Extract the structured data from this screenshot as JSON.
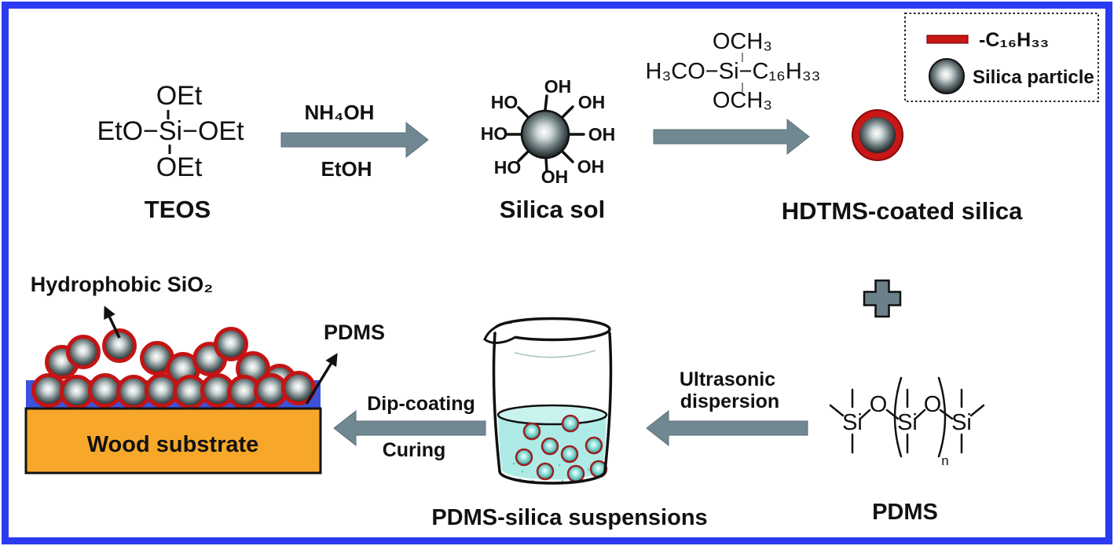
{
  "colors": {
    "border": "#2b3bf2",
    "arrow": "#708891",
    "plus": "#6b8089",
    "red": "#c91616",
    "wood": "#f7a82a",
    "pdms_layer": "#3d52dd",
    "liquid": "#aeebe7"
  },
  "legend": {
    "line_label": "-C₁₆H₃₃",
    "particle_label": "Silica particle"
  },
  "teos": {
    "top": "OEt",
    "middle": "EtO−Si−OEt",
    "bottom": "OEt",
    "caption": "TEOS"
  },
  "step1": {
    "above": "NH₄OH",
    "below": "EtOH"
  },
  "silica_sol": {
    "caption": "Silica sol",
    "oh": {
      "top": "OH",
      "top_right": "OH",
      "right": "OH",
      "bottom_right": "OH",
      "bottom": "OH",
      "bottom_left": "HO",
      "left": "HO",
      "top_left": "HO"
    }
  },
  "hdtms": {
    "top": "OCH₃",
    "middle": "H₃CO−Si−C₁₆H₃₃",
    "bottom": "OCH₃"
  },
  "coated_silica": {
    "caption": "HDTMS-coated silica"
  },
  "pdms_molecule": {
    "si1": "Si",
    "o1": "O",
    "si2": "Si",
    "o2": "O",
    "si3": "Si",
    "repeat_sub": "n",
    "caption": "PDMS"
  },
  "ultrasonic": {
    "line1": "Ultrasonic",
    "line2": "dispersion"
  },
  "beaker": {
    "caption": "PDMS-silica suspensions"
  },
  "dip": {
    "above": "Dip-coating",
    "below": "Curing"
  },
  "coating": {
    "sio2_label": "Hydrophobic SiO₂",
    "pdms_label": "PDMS",
    "substrate_label": "Wood substrate"
  }
}
